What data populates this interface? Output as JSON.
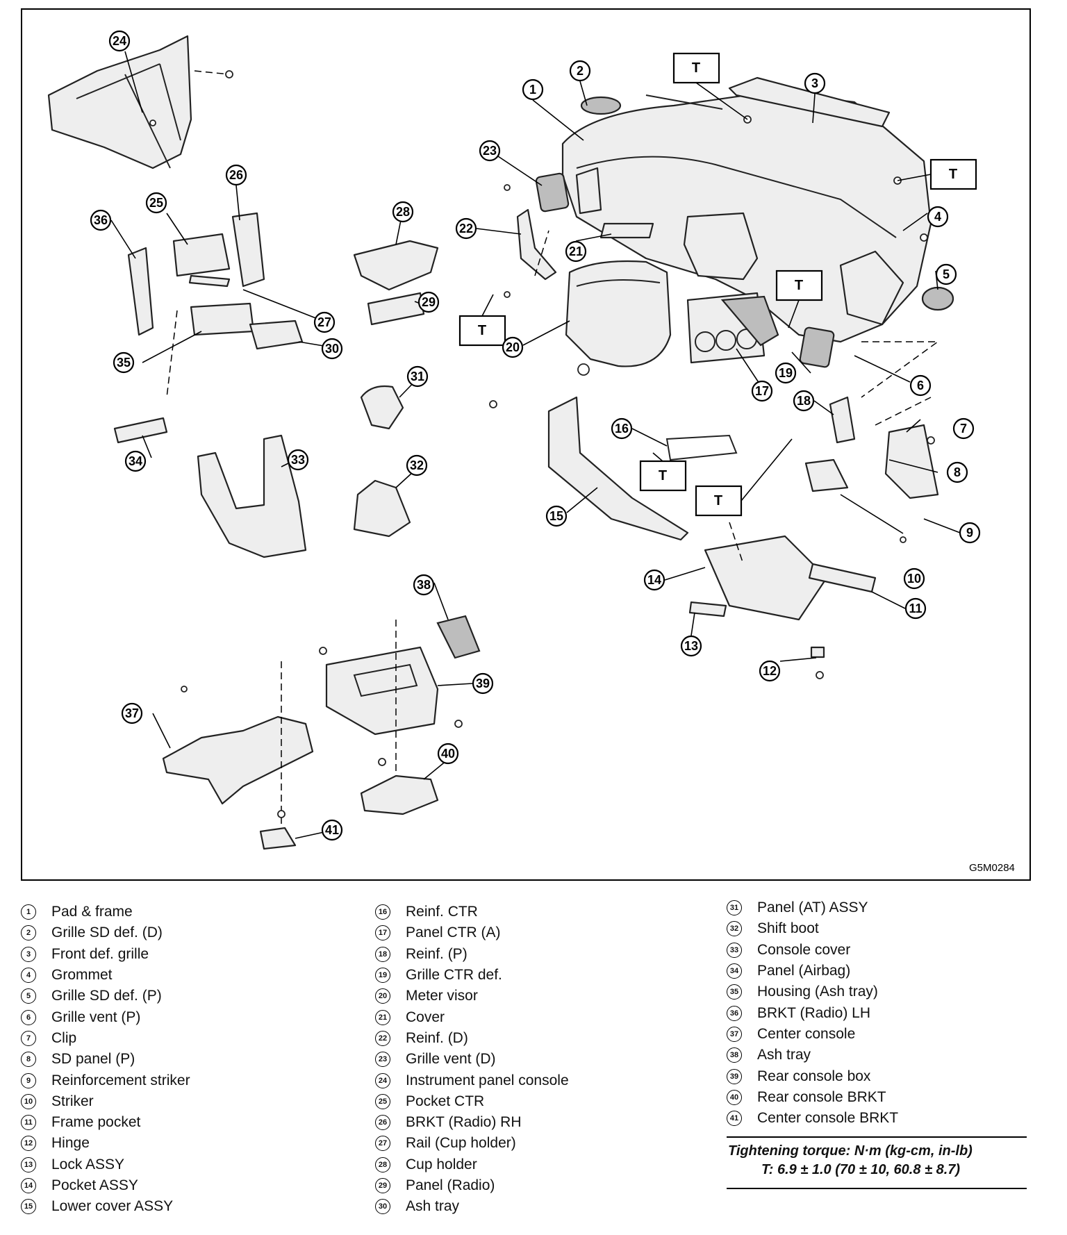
{
  "figure_code": "G5M0284",
  "tbox_label": "T",
  "parts": [
    {
      "num": "1",
      "name": "Pad & frame"
    },
    {
      "num": "2",
      "name": "Grille SD def. (D)"
    },
    {
      "num": "3",
      "name": "Front def. grille"
    },
    {
      "num": "4",
      "name": "Grommet"
    },
    {
      "num": "5",
      "name": "Grille SD def. (P)"
    },
    {
      "num": "6",
      "name": "Grille vent (P)"
    },
    {
      "num": "7",
      "name": "Clip"
    },
    {
      "num": "8",
      "name": "SD panel (P)"
    },
    {
      "num": "9",
      "name": "Reinforcement striker"
    },
    {
      "num": "10",
      "name": "Striker"
    },
    {
      "num": "11",
      "name": "Frame pocket"
    },
    {
      "num": "12",
      "name": "Hinge"
    },
    {
      "num": "13",
      "name": "Lock ASSY"
    },
    {
      "num": "14",
      "name": "Pocket ASSY"
    },
    {
      "num": "15",
      "name": "Lower cover ASSY"
    },
    {
      "num": "16",
      "name": "Reinf. CTR"
    },
    {
      "num": "17",
      "name": "Panel CTR (A)"
    },
    {
      "num": "18",
      "name": "Reinf. (P)"
    },
    {
      "num": "19",
      "name": "Grille CTR def."
    },
    {
      "num": "20",
      "name": "Meter visor"
    },
    {
      "num": "21",
      "name": "Cover"
    },
    {
      "num": "22",
      "name": "Reinf. (D)"
    },
    {
      "num": "23",
      "name": "Grille vent (D)"
    },
    {
      "num": "24",
      "name": "Instrument panel console"
    },
    {
      "num": "25",
      "name": "Pocket CTR"
    },
    {
      "num": "26",
      "name": "BRKT (Radio) RH"
    },
    {
      "num": "27",
      "name": "Rail (Cup holder)"
    },
    {
      "num": "28",
      "name": "Cup holder"
    },
    {
      "num": "29",
      "name": "Panel (Radio)"
    },
    {
      "num": "30",
      "name": "Ash tray"
    },
    {
      "num": "31",
      "name": "Panel (AT) ASSY"
    },
    {
      "num": "32",
      "name": "Shift boot"
    },
    {
      "num": "33",
      "name": "Console cover"
    },
    {
      "num": "34",
      "name": "Panel (Airbag)"
    },
    {
      "num": "35",
      "name": "Housing (Ash tray)"
    },
    {
      "num": "36",
      "name": "BRKT (Radio) LH"
    },
    {
      "num": "37",
      "name": "Center console"
    },
    {
      "num": "38",
      "name": "Ash tray"
    },
    {
      "num": "39",
      "name": "Rear console box"
    },
    {
      "num": "40",
      "name": "Rear console BRKT"
    },
    {
      "num": "41",
      "name": "Center console BRKT"
    }
  ],
  "torque": {
    "heading": "Tightening torque: N·m (kg-cm, in-lb)",
    "line": "T:    6.9 ± 1.0 (70 ± 10, 60.8 ± 8.7)"
  }
}
